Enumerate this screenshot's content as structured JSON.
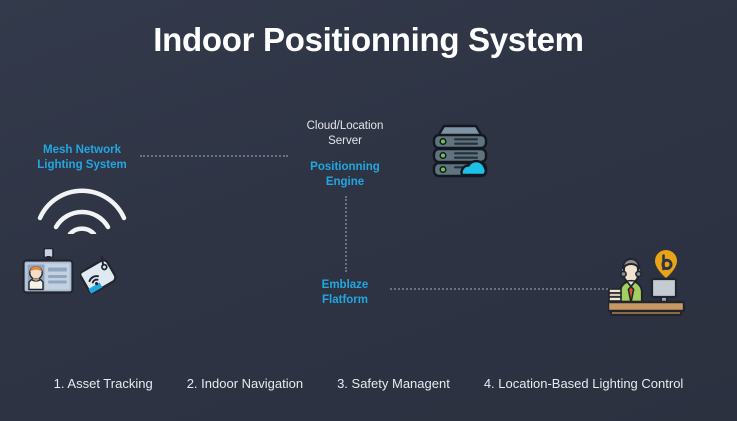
{
  "slide": {
    "title": "Indoor Positionning System",
    "background_color": "#2e3444",
    "accent_color": "#22a7e0",
    "title_color": "#ffffff",
    "connector_color": "#6a7184"
  },
  "nodes": {
    "mesh": {
      "line1": "Mesh Network",
      "line2": "Lighting System",
      "color": "#22a7e0"
    },
    "cloud": {
      "line1": "Cloud/Location",
      "line2": "Server",
      "color": "#e3e6ec"
    },
    "engine": {
      "line1": "Positionning",
      "line2": "Engine",
      "color": "#22a7e0"
    },
    "platform": {
      "line1": "Emblaze",
      "line2": "Flatform",
      "color": "#22a7e0"
    }
  },
  "icons": {
    "wifi": "wifi-signal-icon",
    "badge": "id-badge-icon",
    "tag": "beacon-tag-icon",
    "server": "cloud-server-icon",
    "user": "office-worker-desk-icon",
    "pin": "location-pin-b-icon"
  },
  "footer": {
    "items": [
      {
        "number": "1.",
        "label": "Asset Tracking"
      },
      {
        "number": "2.",
        "label": "Indoor Navigation"
      },
      {
        "number": "3.",
        "label": "Safety Managent"
      },
      {
        "number": "4.",
        "label": "Location-Based Lighting Control"
      }
    ]
  }
}
